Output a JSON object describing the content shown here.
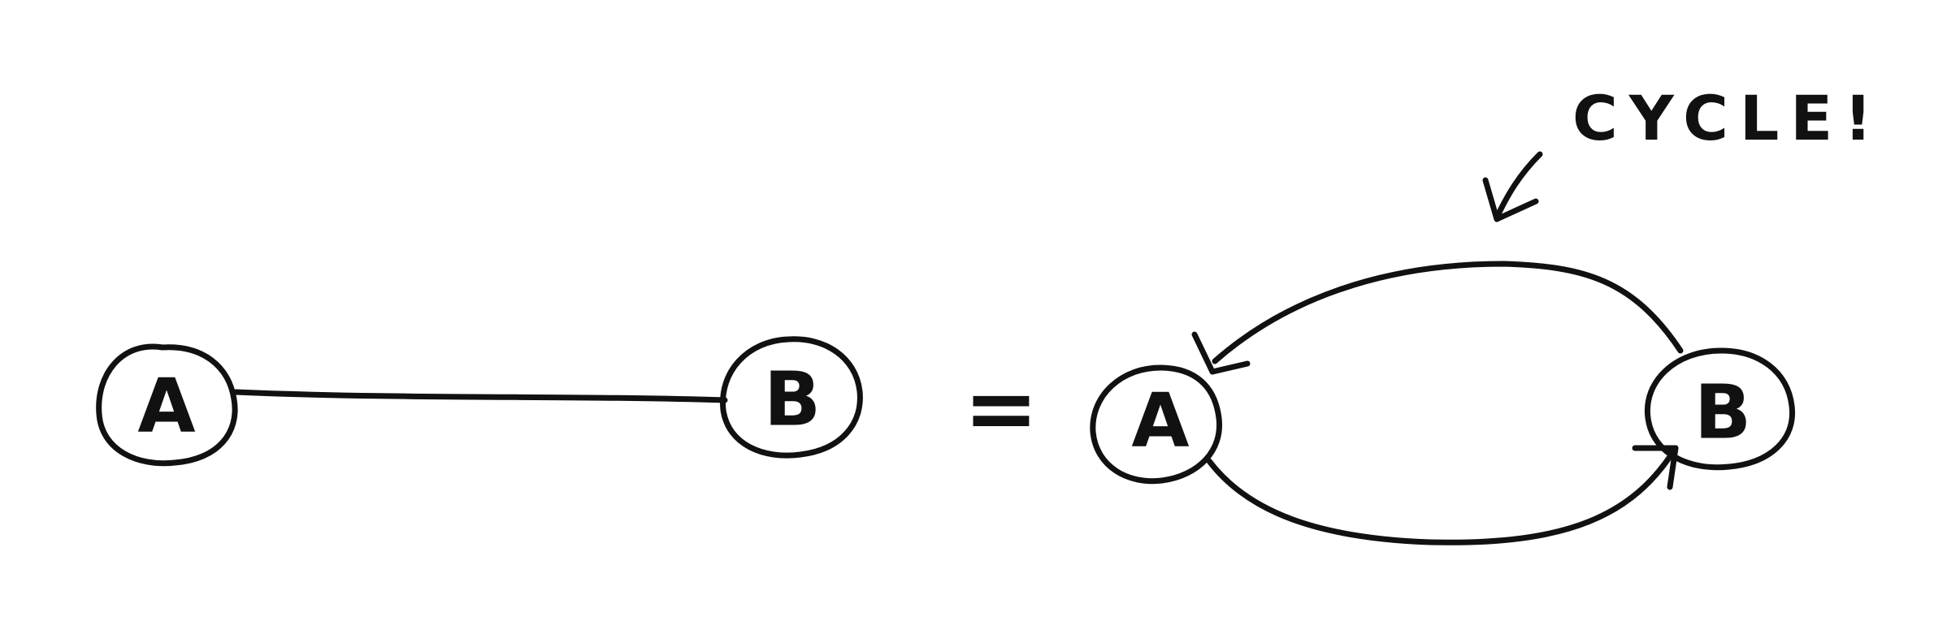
{
  "left_graph": {
    "node_a": "A",
    "node_b": "B"
  },
  "equals_symbol": "=",
  "right_graph": {
    "node_a": "A",
    "node_b": "B",
    "annotation": "CYCLE!"
  },
  "colors": {
    "ink": "#111111",
    "background": "#ffffff"
  }
}
